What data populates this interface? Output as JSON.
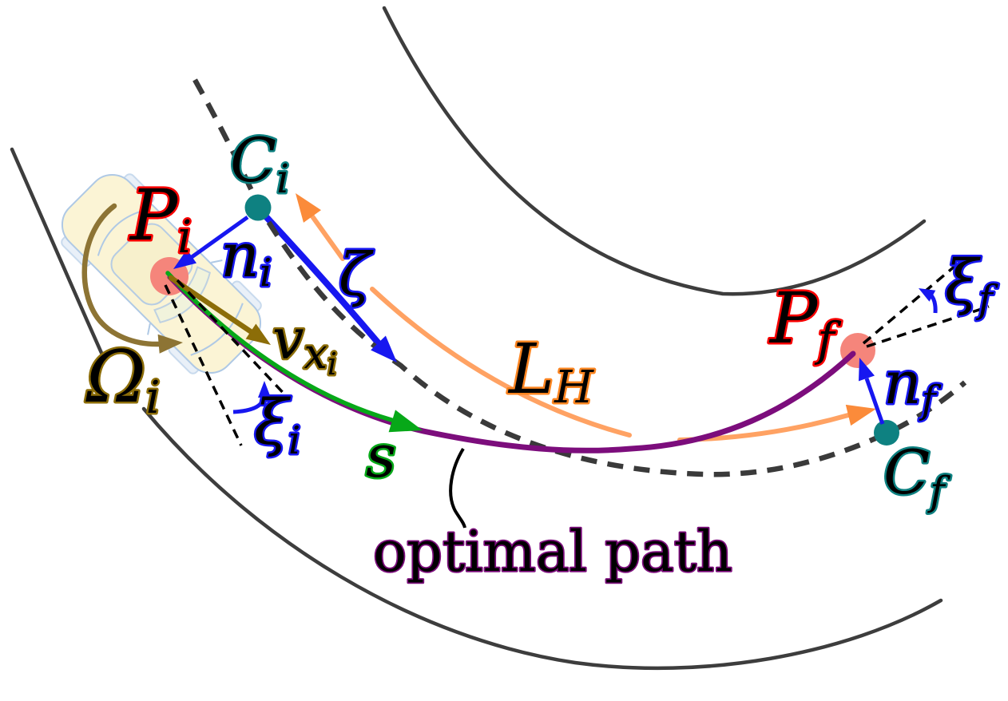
{
  "figure": {
    "title": "curvilinear path-planning diagram",
    "background": "#ffffff",
    "labels": {
      "Ci": {
        "main": "C",
        "sub": "i"
      },
      "Pi": {
        "main": "P",
        "sub": "i"
      },
      "ni": {
        "main": "n",
        "sub": "i"
      },
      "zeta": {
        "main": "ζ"
      },
      "Omegai": {
        "main": "Ω",
        "sub": "i"
      },
      "vxi": {
        "main": "v",
        "sub": "x",
        "subsub": "i"
      },
      "xii": {
        "main": "ξ",
        "sub": "i"
      },
      "s": {
        "main": "s"
      },
      "LH": {
        "main": "L",
        "sub": "H"
      },
      "Pf": {
        "main": "P",
        "sub": "f"
      },
      "nf": {
        "main": "n",
        "sub": "f"
      },
      "xif": {
        "main": "ξ",
        "sub": "f"
      },
      "Cf": {
        "main": "C",
        "sub": "f"
      },
      "optimal_path": "optimal path"
    },
    "colors": {
      "road": "#3d3d3d",
      "centerline": "#3a3a3a",
      "blue": "#1717f0",
      "teal": "#0e8181",
      "red": "#f80000",
      "salmon": "#f5857b",
      "green": "#07a818",
      "purple": "#7c0d7c",
      "olive": "#8c6d08",
      "oliveArc": "#8d7434",
      "orangeShaft": "#ffa263",
      "orangeHead": "#fb8b3a",
      "orangeLabel": "#fb8420",
      "carBody": "#fbf3d0",
      "carLine": "#a5c2e2",
      "connector": "#000000"
    }
  }
}
